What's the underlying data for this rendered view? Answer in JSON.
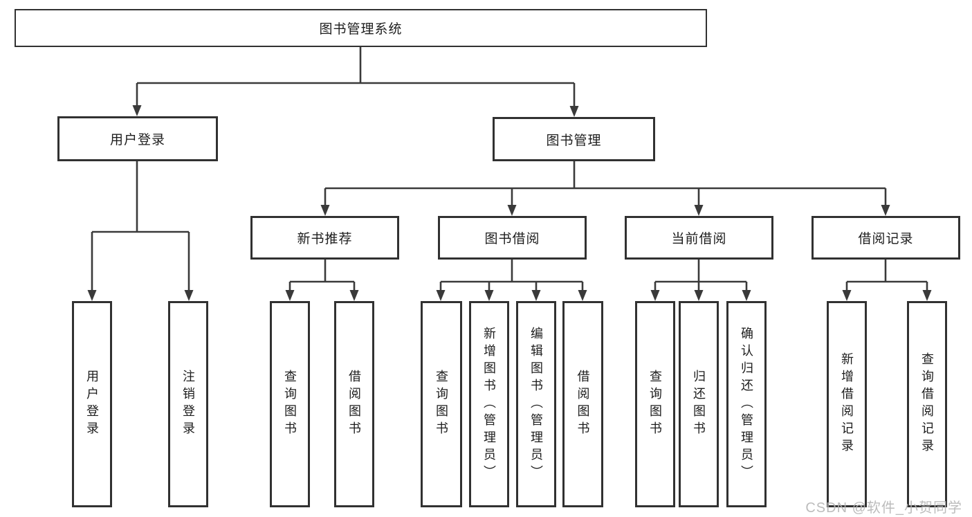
{
  "diagram": {
    "type": "tree",
    "title": "图书管理系统",
    "watermark": "CSDN @软件_小贺同学",
    "colors": {
      "background": "#ffffff",
      "line": "#3a3a3a",
      "box_border": "#313131",
      "text": "#1d1d1d",
      "watermark": "#b5b5b5"
    },
    "nodes": {
      "root": {
        "label": "图书管理系统"
      },
      "user_login": {
        "label": "用户登录",
        "children": {
          "login": {
            "label": "用户登录"
          },
          "logout": {
            "label": "注销登录"
          }
        }
      },
      "book_management": {
        "label": "图书管理",
        "children": {
          "new_book_recommend": {
            "label": "新书推荐",
            "children": {
              "query_books": {
                "label": "查询图书"
              },
              "borrow_books": {
                "label": "借阅图书"
              }
            }
          },
          "book_borrowing": {
            "label": "图书借阅",
            "children": {
              "query_books": {
                "label": "查询图书"
              },
              "add_books": {
                "label": "新增图书（管理员）"
              },
              "edit_books": {
                "label": "编辑图书（管理员）"
              },
              "borrow_books": {
                "label": "借阅图书"
              }
            }
          },
          "current_borrowing": {
            "label": "当前借阅",
            "children": {
              "query_books": {
                "label": "查询图书"
              },
              "return_books": {
                "label": "归还图书"
              },
              "confirm_return": {
                "label": "确认归还（管理员）"
              }
            }
          },
          "borrowing_records": {
            "label": "借阅记录",
            "children": {
              "add_borrow_record": {
                "label": "新增借阅记录"
              },
              "query_borrow_record": {
                "label": "查询借阅记录"
              }
            }
          }
        }
      }
    }
  }
}
